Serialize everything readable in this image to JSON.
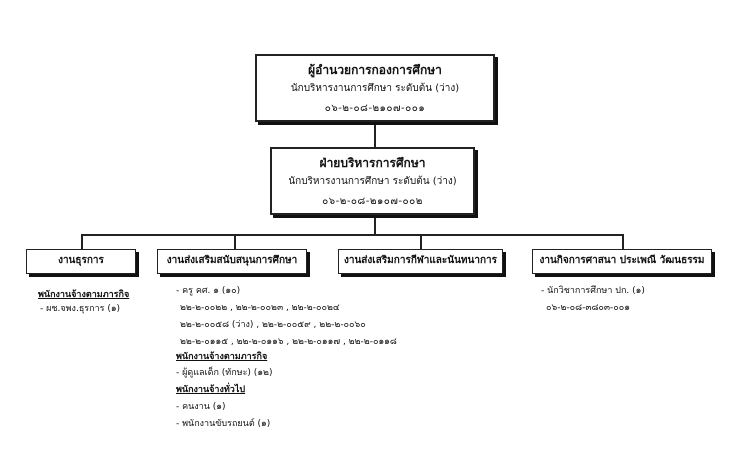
{
  "director": {
    "title": "ผู้อำนวยการกองการศึกษา",
    "position": "นักบริหารงานการศึกษา ระดับต้น (ว่าง)",
    "code": "๐๖-๒-๐๘-๒๑๐๗-๐๐๑"
  },
  "admin": {
    "title": "ฝ่ายบริหารการศึกษา",
    "position": "นักบริหารงานการศึกษา ระดับต้น (ว่าง)",
    "code": "๐๖-๒-๐๘-๒๑๐๗-๐๐๒"
  },
  "departments": {
    "general": "งานธุรการ",
    "support": "งานส่งเสริมสนับสนุนการศึกษา",
    "sports": "งานส่งเสริมการกีฬาและนันทนาการ",
    "religion": "งานกิจการศาสนา ประเพณี วัฒนธรรม"
  },
  "general_staff": {
    "heading": "พนักงานจ้างตามภารกิจ",
    "items": [
      "-  ผช.จพง.ธุรการ  (๑)"
    ]
  },
  "support_staff": {
    "line1": "- ครู คศ. ๑ (๑๐)",
    "line2": "๒๒-๒-๐๐๒๒ , ๒๒-๒-๐๐๒๓ , ๒๒-๒-๐๐๒๔",
    "line3": "๒๒-๒-๐๐๕๘ (ว่าง) , ๒๒-๒-๐๐๕๙ , ๒๒-๒-๐๐๖๐",
    "line4": "๒๒-๒-๐๑๑๕ , ๒๒-๒-๐๑๑๖ , ๒๒-๒-๐๑๑๗ , ๒๒-๒-๐๑๑๘",
    "heading1": "พนักงานจ้างตามภารกิจ",
    "item1": "- ผู้ดูแลเด็ก (ทักษะ) (๑๒)",
    "heading2": "พนักงานจ้างทั่วไป",
    "item2": "- คนงาน  (๑)",
    "item3": "- พนักงานขับรถยนต์  (๑)"
  },
  "religion_staff": {
    "line1": "- นักวิชาการศึกษา ปก. (๑)",
    "line2": "๐๖-๒-๐๘-๓๘๐๓-๐๐๑"
  }
}
